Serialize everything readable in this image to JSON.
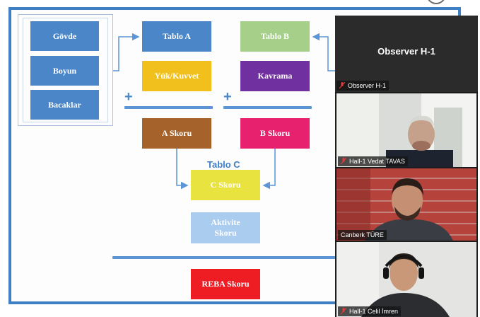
{
  "slide": {
    "body_parts": [
      "Gövde",
      "Boyun",
      "Bacaklar"
    ],
    "tablo_a": "Tablo A",
    "yuk_kuvvet": "Yük/Kuvvet",
    "tablo_b": "Tablo B",
    "kavrama": "Kavrama",
    "a_skoru": "A Skoru",
    "b_skoru": "B Skoru",
    "tablo_c": "Tablo C",
    "c_skoru": "C Skoru",
    "aktivite_line1": "Aktivite",
    "aktivite_line2": "Skoru",
    "reba_skoru": "REBA Skoru",
    "plus_sign": "+",
    "colors": {
      "frame": "#3f7fc4",
      "blue_box": "#4a86c8",
      "yellow": "#f2c01d",
      "green": "#a6d08a",
      "purple": "#7030a0",
      "brown": "#a5632b",
      "pink": "#e8216f",
      "c_yellow": "#e9e33f",
      "light_blue": "#a9ccef",
      "red": "#ee1d24"
    }
  },
  "video_panel": {
    "observer_title": "Observer H-1",
    "observer_label": "Observer H-1",
    "participants": [
      {
        "label": "Hall-1  Vedat TAVAS"
      },
      {
        "label": "Canberk TÜRE"
      },
      {
        "label": "Hall-1 Celil İmren"
      }
    ],
    "mic_icon": "mic-muted-icon"
  }
}
